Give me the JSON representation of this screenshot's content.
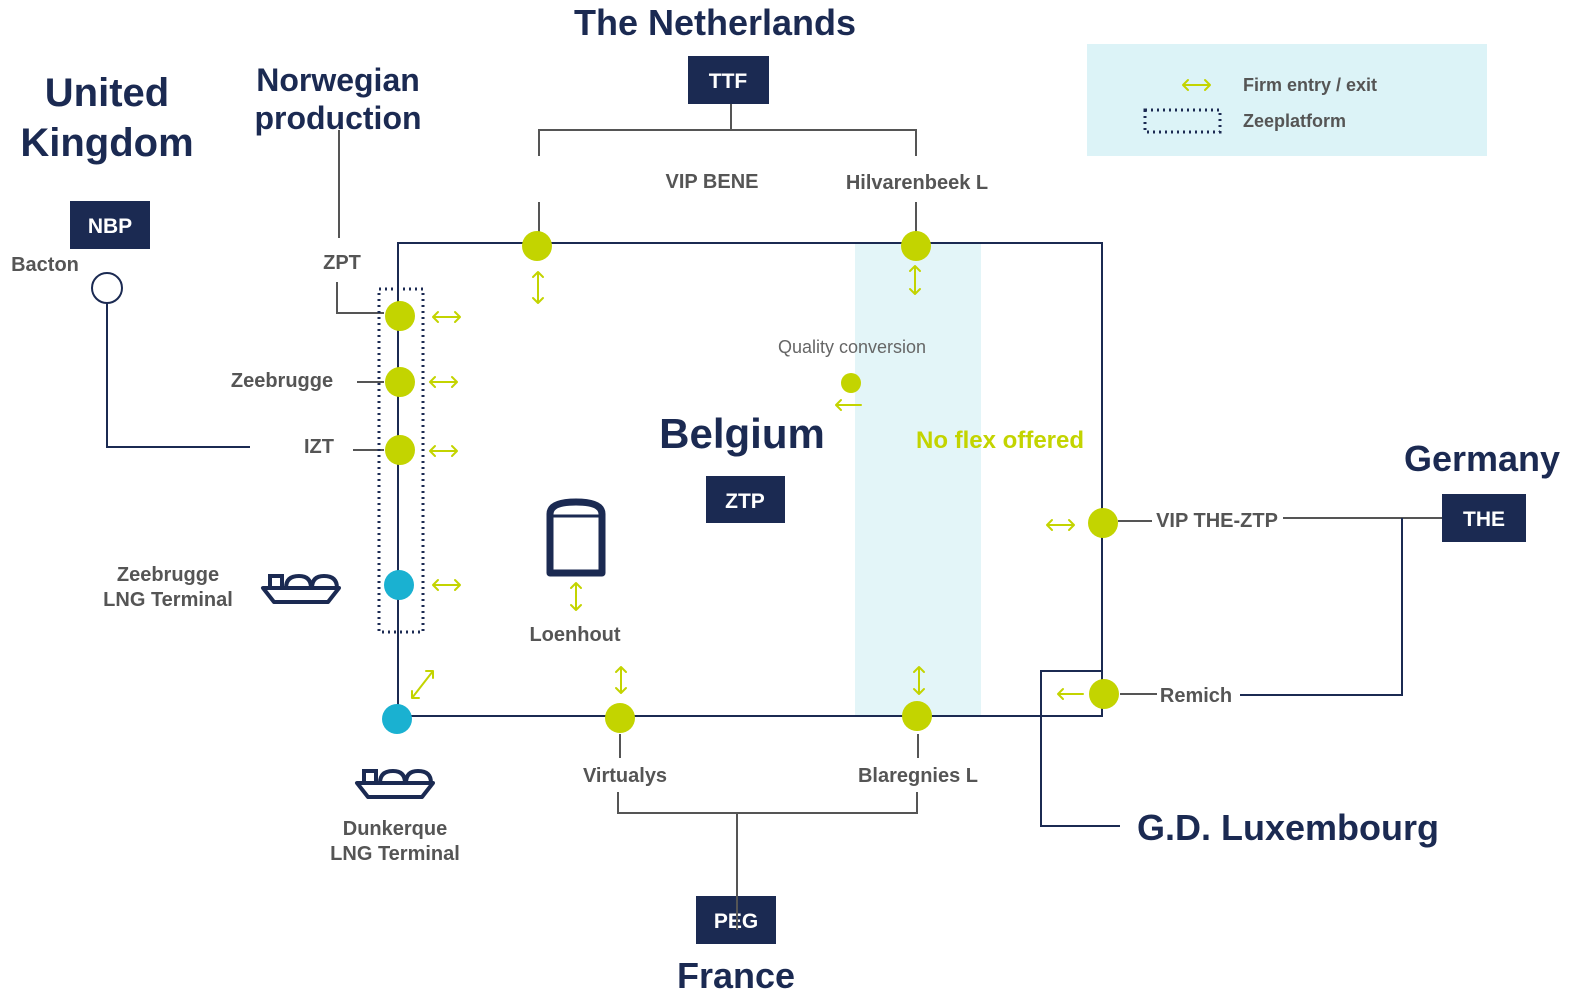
{
  "colors": {
    "dark_navy": "#1b2a52",
    "lime_green": "#c3d400",
    "cyan": "#1ab1d1",
    "light_blue_band": "#e3f5f8",
    "legend_bg": "#dcf3f7",
    "grey_text": "#555555"
  },
  "countries": {
    "netherlands": "The Netherlands",
    "uk_line1": "United",
    "uk_line2": "Kingdom",
    "norway_line1": "Norwegian",
    "norway_line2": "production",
    "belgium": "Belgium",
    "germany": "Germany",
    "luxembourg": "G.D. Luxembourg",
    "france": "France"
  },
  "hubs": {
    "ttf": "TTF",
    "nbp": "NBP",
    "ztp": "ZTP",
    "the": "THE",
    "peg": "PEG"
  },
  "points": {
    "vip_bene": "VIP BENE",
    "hilvarenbeek": "Hilvarenbeek L",
    "bacton": "Bacton",
    "zpt": "ZPT",
    "zeebrugge": "Zeebrugge",
    "izt": "IZT",
    "zeebrugge_lng_line1": "Zeebrugge",
    "zeebrugge_lng_line2": "LNG Terminal",
    "loenhout": "Loenhout",
    "quality_conversion": "Quality conversion",
    "no_flex": "No flex offered",
    "vip_the_ztp": "VIP THE-ZTP",
    "remich": "Remich",
    "virtualys": "Virtualys",
    "blaregnies": "Blaregnies L",
    "dunkerque_lng_line1": "Dunkerque",
    "dunkerque_lng_line2": "LNG Terminal"
  },
  "legend": {
    "firm_entry_exit": "Firm entry / exit",
    "zeeplatform": "Zeeplatform",
    "icons": [
      "double-arrow-icon",
      "dotted-box-icon"
    ]
  }
}
